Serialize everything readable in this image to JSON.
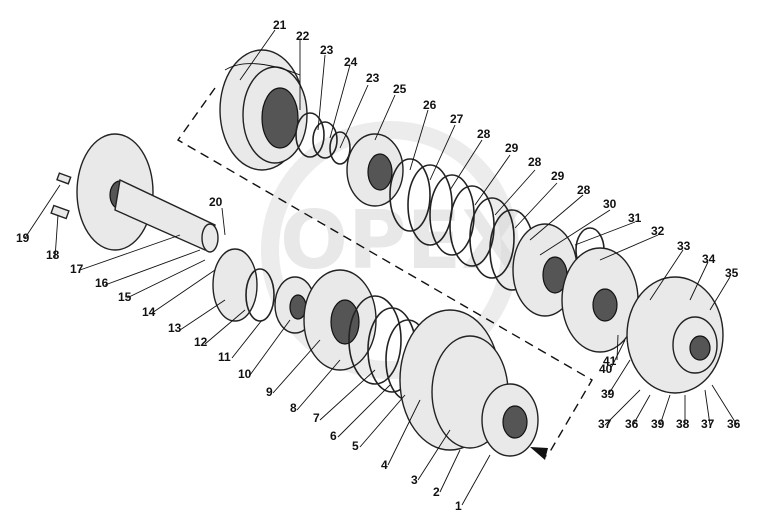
{
  "diagram": {
    "watermark": "OPEX",
    "labels": [
      "1",
      "2",
      "3",
      "4",
      "5",
      "6",
      "7",
      "8",
      "9",
      "10",
      "11",
      "12",
      "13",
      "14",
      "15",
      "16",
      "17",
      "18",
      "19",
      "20",
      "21",
      "22",
      "23",
      "23",
      "24",
      "25",
      "26",
      "27",
      "28",
      "28",
      "28",
      "29",
      "29",
      "30",
      "31",
      "32",
      "33",
      "34",
      "35",
      "36",
      "36",
      "37",
      "37",
      "38",
      "39",
      "39",
      "40",
      "41"
    ]
  }
}
